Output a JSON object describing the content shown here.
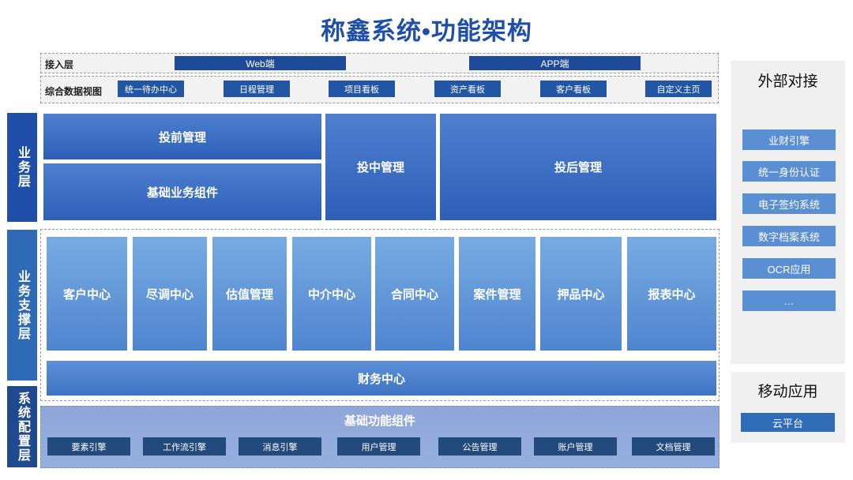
{
  "title": "称鑫系统•功能架构",
  "access": {
    "label": "接入层",
    "web": "Web端",
    "app": "APP端"
  },
  "dataview": {
    "label": "综合数据视图",
    "items": [
      "统一待办中心",
      "日程管理",
      "项目看板",
      "资产看板",
      "客户看板",
      "自定义主页"
    ]
  },
  "layers": {
    "business": "业务层",
    "support": "业务支撑层",
    "system": "系统配置层"
  },
  "business": {
    "pre": "投前管理",
    "basic": "基础业务组件",
    "mid": "投中管理",
    "post": "投后管理"
  },
  "support": {
    "cards": [
      "客户中心",
      "尽调中心",
      "估值管理",
      "中介中心",
      "合同中心",
      "案件管理",
      "押品中心",
      "报表中心"
    ],
    "finance": "财务中心"
  },
  "system": {
    "title": "基础功能组件",
    "engines": [
      "要素引擎",
      "工作流引擎",
      "消息引擎",
      "用户管理",
      "公告管理",
      "账户管理",
      "文档管理"
    ]
  },
  "external": {
    "title": "外部对接",
    "items": [
      "业财引擎",
      "统一身份认证",
      "电子签约系统",
      "数字档案系统",
      "OCR应用",
      "…"
    ]
  },
  "mobile": {
    "title": "移动应用",
    "item": "云平台"
  }
}
